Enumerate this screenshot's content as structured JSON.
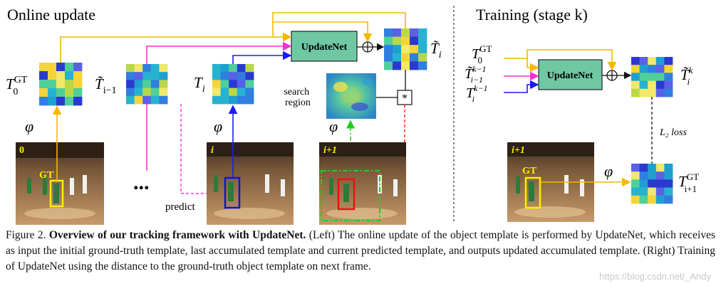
{
  "left_title": "Online update",
  "right_title": "Training (stage k)",
  "updatenet_label": "UpdateNet",
  "templates": {
    "t0": "T",
    "t0_sup": "GT",
    "t0_sub": "0",
    "t_prev": "T̃",
    "t_prev_sub": "i−1",
    "t_i": "T",
    "t_i_sub": "i",
    "t_out": "T̃",
    "t_out_sub": "i"
  },
  "labels": {
    "phi": "φ",
    "search_region": "search\nregion",
    "search_line1": "search",
    "search_line2": "region",
    "predict": "predict",
    "dots": "...",
    "correlation": "*",
    "plus": "⊕",
    "l2_loss": "L₂ loss",
    "frame0": "0",
    "frame_i": "i",
    "frame_i1": "i+1",
    "gt": "GT"
  },
  "right_templates": {
    "t0": "T",
    "t0_sup": "GT",
    "t0_sub": "0",
    "tprev": "T̃",
    "tprev_sup": "k−1",
    "tprev_sub": "i−1",
    "ti": "T",
    "ti_sup": "k−1",
    "ti_sub": "i",
    "tout": "T̃",
    "tout_sup": "k",
    "tout_sub": "i",
    "tgt": "T",
    "tgt_sup": "GT",
    "tgt_sub": "i+1"
  },
  "caption": {
    "prefix": "Figure 2. ",
    "bold": "Overview of our tracking framework with UpdateNet.",
    "rest": " (Left) The online update of the object template is performed by UpdateNet, which receives as input the initial ground-truth template, last accumulated template and current predicted template, and outputs updated accumulated template. (Right) Training of UpdateNet using the distance to the ground-truth object template on next frame."
  },
  "watermark": "https://blog.csdn.net/_Andy",
  "colors": {
    "orange": "#f5b800",
    "magenta": "#ff2fd2",
    "blue": "#1a1aff",
    "red": "#ff1a1a",
    "green": "#22cc22",
    "updatenet_fill": "#6fc8a4",
    "gt_box": "#ffee00",
    "pred_box": "#1111dd",
    "red_box": "#ee1111"
  }
}
